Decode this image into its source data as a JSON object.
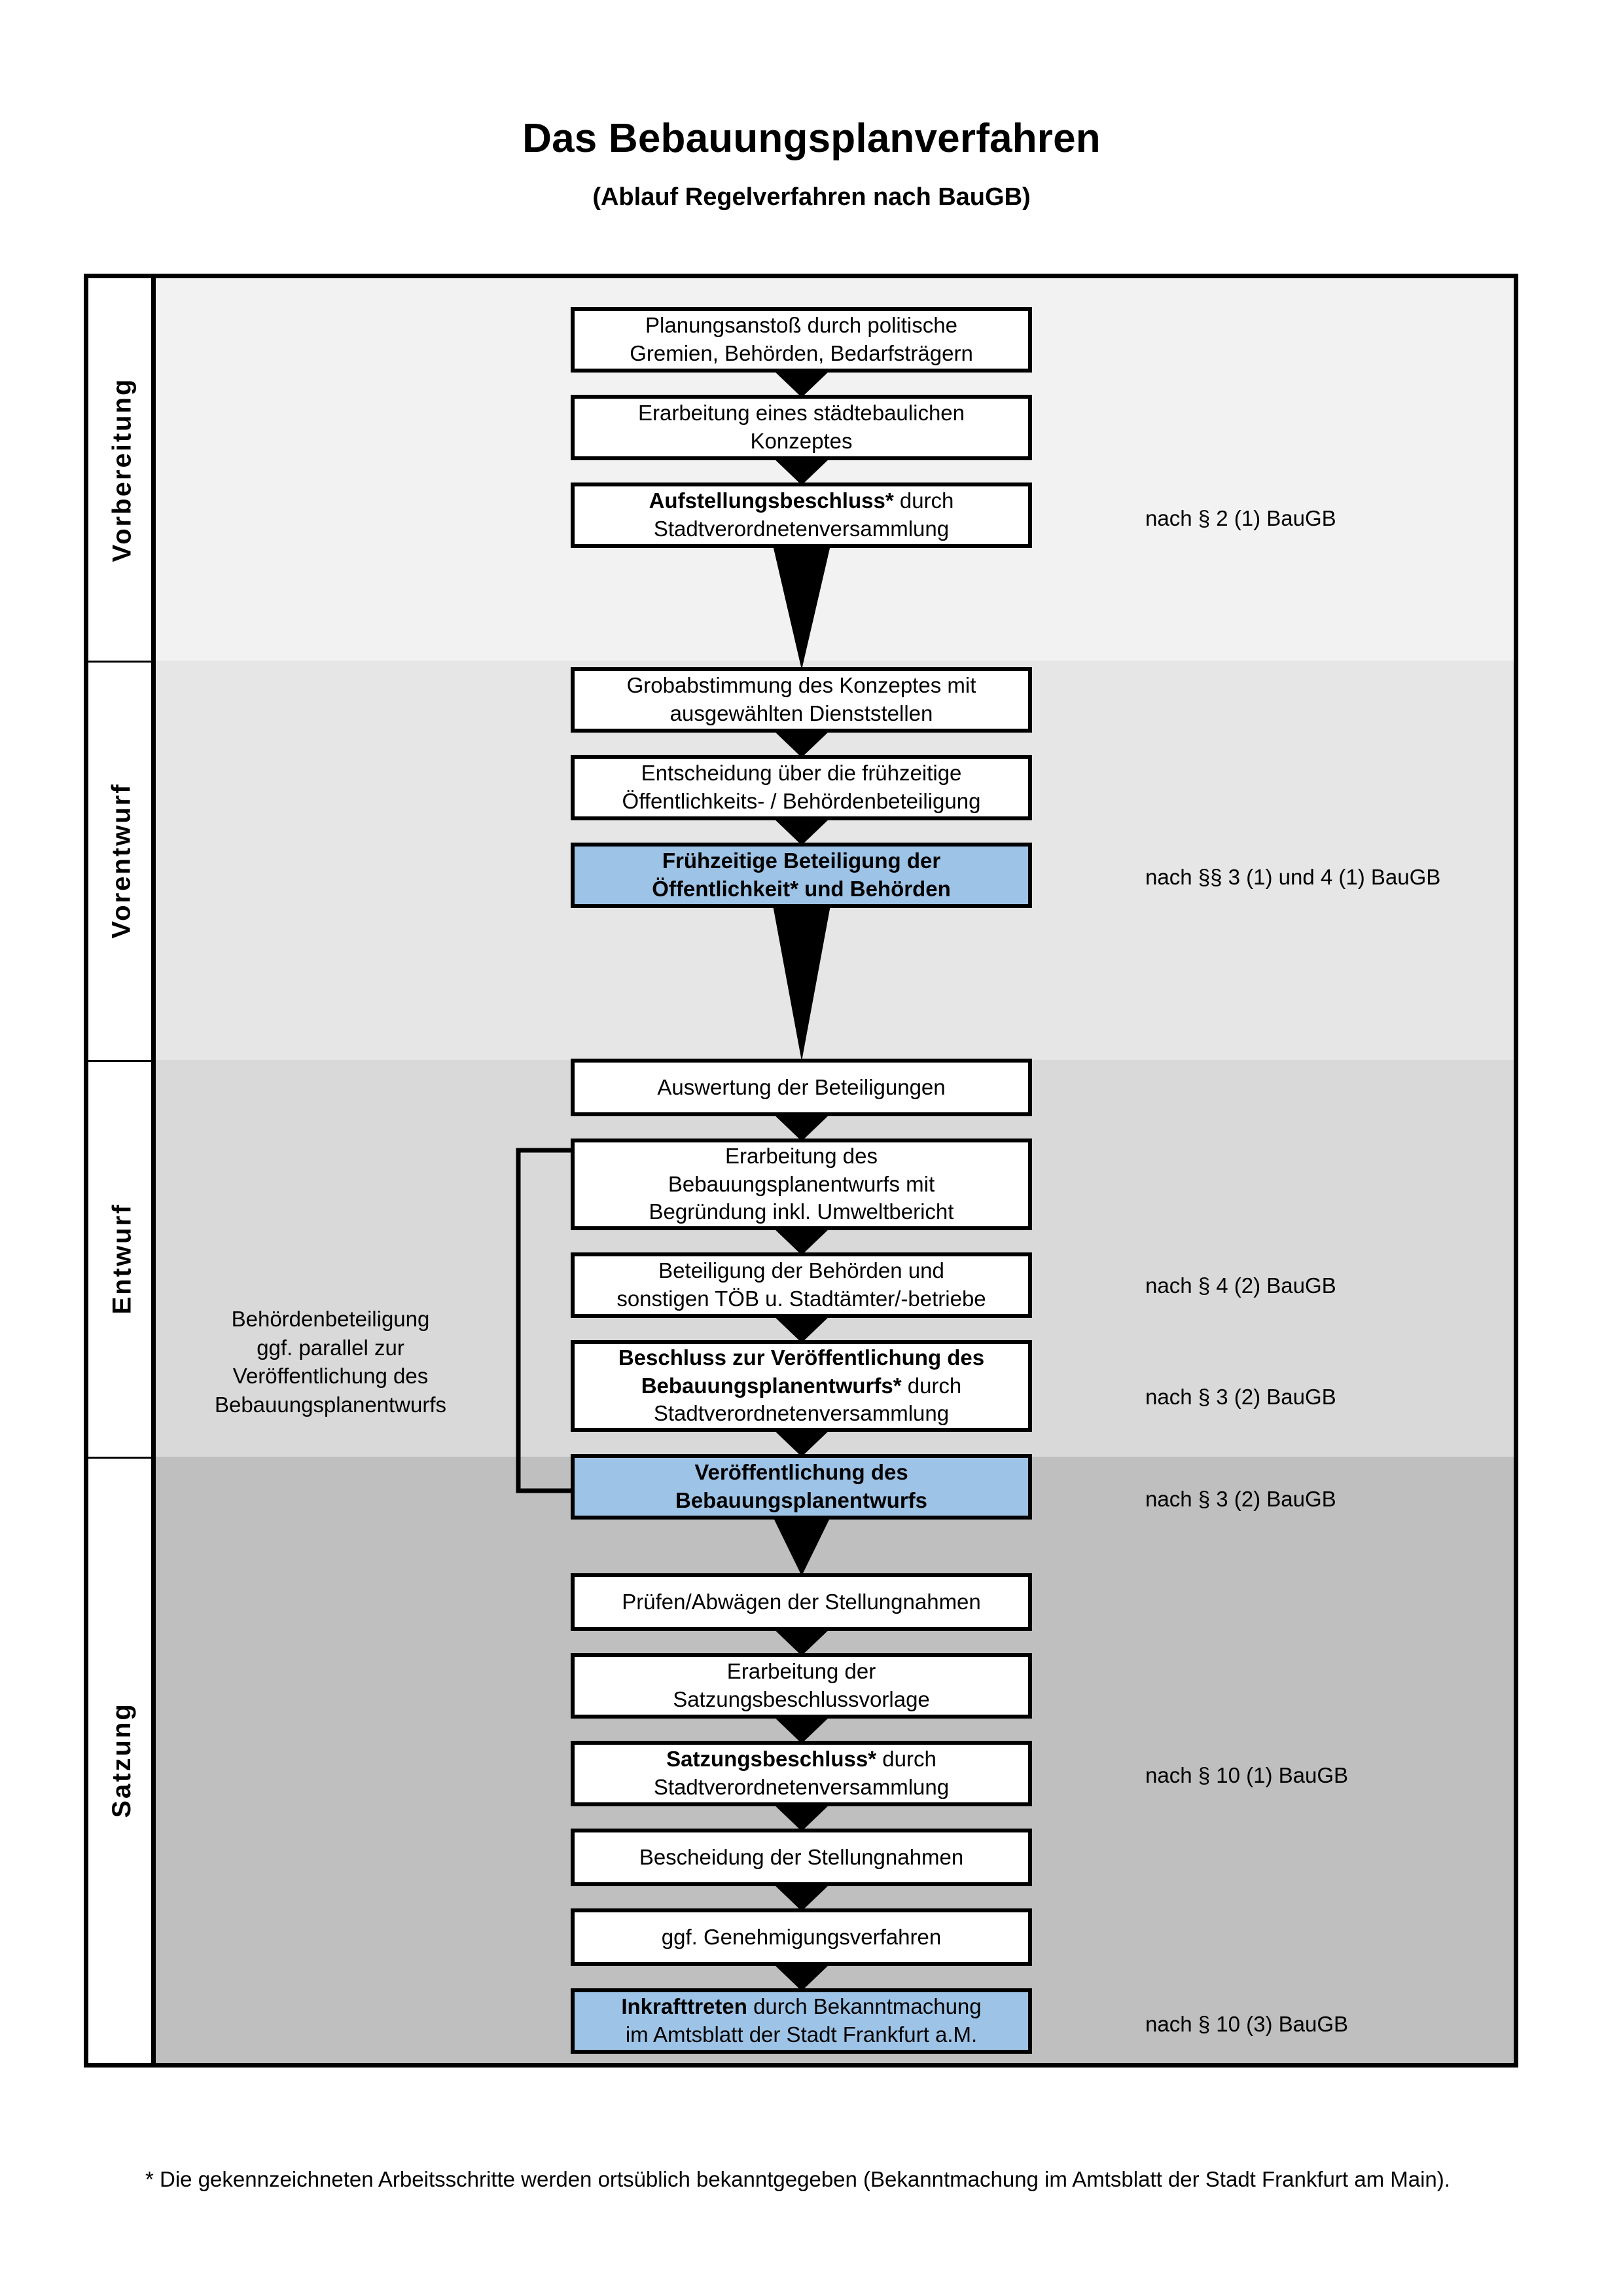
{
  "header": {
    "title": "Das Bebauungsplanverfahren",
    "subtitle": "(Ablauf Regelverfahren nach BauGB)"
  },
  "phases": [
    {
      "id": "vorbereitung",
      "label": "Vorbereitung",
      "band_color": "#F2F2F2"
    },
    {
      "id": "vorentwurf",
      "label": "Vorentwurf",
      "band_color": "#E6E6E6"
    },
    {
      "id": "entwurf",
      "label": "Entwurf",
      "band_color": "#D9D9D9"
    },
    {
      "id": "satzung",
      "label": "Satzung",
      "band_color": "#BFBFBF"
    }
  ],
  "steps": [
    {
      "id": "s1",
      "phase": "vorbereitung",
      "highlight": false,
      "lines": [
        {
          "text": "Planungsanstoß durch politische",
          "bold": false
        },
        {
          "text": "Gremien, Behörden, Bedarfsträgern",
          "bold": false
        }
      ]
    },
    {
      "id": "s2",
      "phase": "vorbereitung",
      "highlight": false,
      "lines": [
        {
          "text": "Erarbeitung eines städtebaulichen",
          "bold": false
        },
        {
          "text": "Konzeptes",
          "bold": false
        }
      ]
    },
    {
      "id": "s3",
      "phase": "vorbereitung",
      "highlight": false,
      "lines": [
        {
          "text": "Aufstellungsbeschluss*",
          "bold": true,
          "suffix": " durch"
        },
        {
          "text": "Stadtverordnetenversammlung",
          "bold": false
        }
      ]
    },
    {
      "id": "s4",
      "phase": "vorentwurf",
      "highlight": false,
      "lines": [
        {
          "text": "Grobabstimmung des Konzeptes mit",
          "bold": false
        },
        {
          "text": "ausgewählten Dienststellen",
          "bold": false
        }
      ]
    },
    {
      "id": "s5",
      "phase": "vorentwurf",
      "highlight": false,
      "lines": [
        {
          "text": "Entscheidung über die frühzeitige",
          "bold": false
        },
        {
          "text": "Öffentlichkeits- / Behördenbeteiligung",
          "bold": false
        }
      ]
    },
    {
      "id": "s6",
      "phase": "vorentwurf",
      "highlight": true,
      "lines": [
        {
          "text": "Frühzeitige Beteiligung der",
          "bold": true
        },
        {
          "text": "Öffentlichkeit* und Behörden",
          "bold": true
        }
      ]
    },
    {
      "id": "s7",
      "phase": "entwurf",
      "highlight": false,
      "lines": [
        {
          "text": "Auswertung der Beteiligungen",
          "bold": false
        }
      ]
    },
    {
      "id": "s8",
      "phase": "entwurf",
      "highlight": false,
      "lines": [
        {
          "text": "Erarbeitung des",
          "bold": false
        },
        {
          "text": "Bebauungsplanentwurfs mit",
          "bold": false
        },
        {
          "text": "Begründung inkl. Umweltbericht",
          "bold": false
        }
      ]
    },
    {
      "id": "s9",
      "phase": "entwurf",
      "highlight": false,
      "lines": [
        {
          "text": "Beteiligung der Behörden und",
          "bold": false
        },
        {
          "text": "sonstigen TÖB u. Stadtämter/-betriebe",
          "bold": false
        }
      ]
    },
    {
      "id": "s10",
      "phase": "entwurf",
      "highlight": false,
      "lines": [
        {
          "text": "Beschluss zur Veröffentlichung des",
          "bold": true
        },
        {
          "text": "Bebauungsplanentwurfs*",
          "bold": true,
          "suffix": " durch"
        },
        {
          "text": "Stadtverordnetenversammlung",
          "bold": false
        }
      ]
    },
    {
      "id": "s11",
      "phase": "entwurf",
      "highlight": true,
      "lines": [
        {
          "text": "Veröffentlichung des",
          "bold": true
        },
        {
          "text": "Bebauungsplanentwurfs",
          "bold": true
        }
      ]
    },
    {
      "id": "s12",
      "phase": "satzung",
      "highlight": false,
      "lines": [
        {
          "text": "Prüfen/Abwägen der Stellungnahmen",
          "bold": false
        }
      ]
    },
    {
      "id": "s13",
      "phase": "satzung",
      "highlight": false,
      "lines": [
        {
          "text": "Erarbeitung der",
          "bold": false
        },
        {
          "text": "Satzungsbeschlussvorlage",
          "bold": false
        }
      ]
    },
    {
      "id": "s14",
      "phase": "satzung",
      "highlight": false,
      "lines": [
        {
          "text": "Satzungsbeschluss*",
          "bold": true,
          "suffix": " durch"
        },
        {
          "text": "Stadtverordnetenversammlung",
          "bold": false
        }
      ]
    },
    {
      "id": "s15",
      "phase": "satzung",
      "highlight": false,
      "lines": [
        {
          "text": "Bescheidung der Stellungnahmen",
          "bold": false
        }
      ]
    },
    {
      "id": "s16",
      "phase": "satzung",
      "highlight": false,
      "lines": [
        {
          "text": "ggf. Genehmigungsverfahren",
          "bold": false
        }
      ]
    },
    {
      "id": "s17",
      "phase": "satzung",
      "highlight": true,
      "lines": [
        {
          "text": "Inkrafttreten",
          "bold": true,
          "suffix": " durch Bekanntmachung"
        },
        {
          "text": "im Amtsblatt der Stadt Frankfurt a.M.",
          "bold": false
        }
      ]
    }
  ],
  "legal_refs": [
    {
      "id": "l1",
      "text": "nach § 2 (1) BauGB",
      "for_step": "s3"
    },
    {
      "id": "l2",
      "text": "nach §§ 3 (1) und 4 (1) BauGB",
      "for_step": "s6"
    },
    {
      "id": "l3",
      "text": "nach § 4 (2) BauGB",
      "for_step": "s9"
    },
    {
      "id": "l4",
      "text": "nach § 3 (2) BauGB",
      "for_step": "s10"
    },
    {
      "id": "l5",
      "text": "nach § 3 (2) BauGB",
      "for_step": "s11"
    },
    {
      "id": "l6",
      "text": "nach § 10 (1) BauGB",
      "for_step": "s14"
    },
    {
      "id": "l7",
      "text": "nach § 10 (3) BauGB",
      "for_step": "s17"
    }
  ],
  "side_note": {
    "lines": [
      "Behördenbeteiligung",
      "ggf. parallel zur",
      "Veröffentlichung des",
      "Bebauungsplanentwurfs"
    ]
  },
  "footnote": {
    "text": "* Die gekennzeichneten Arbeitsschritte werden ortsüblich bekanntgegeben (Bekanntmachung im Amtsblatt  der Stadt Frankfurt am Main)."
  },
  "colors": {
    "highlight_blue": "#9DC3E6",
    "line_black": "#000000",
    "band_vorbereitung": "#F2F2F2",
    "band_vorentwurf": "#E6E6E6",
    "band_entwurf": "#D9D9D9",
    "band_satzung": "#BFBFBF"
  }
}
